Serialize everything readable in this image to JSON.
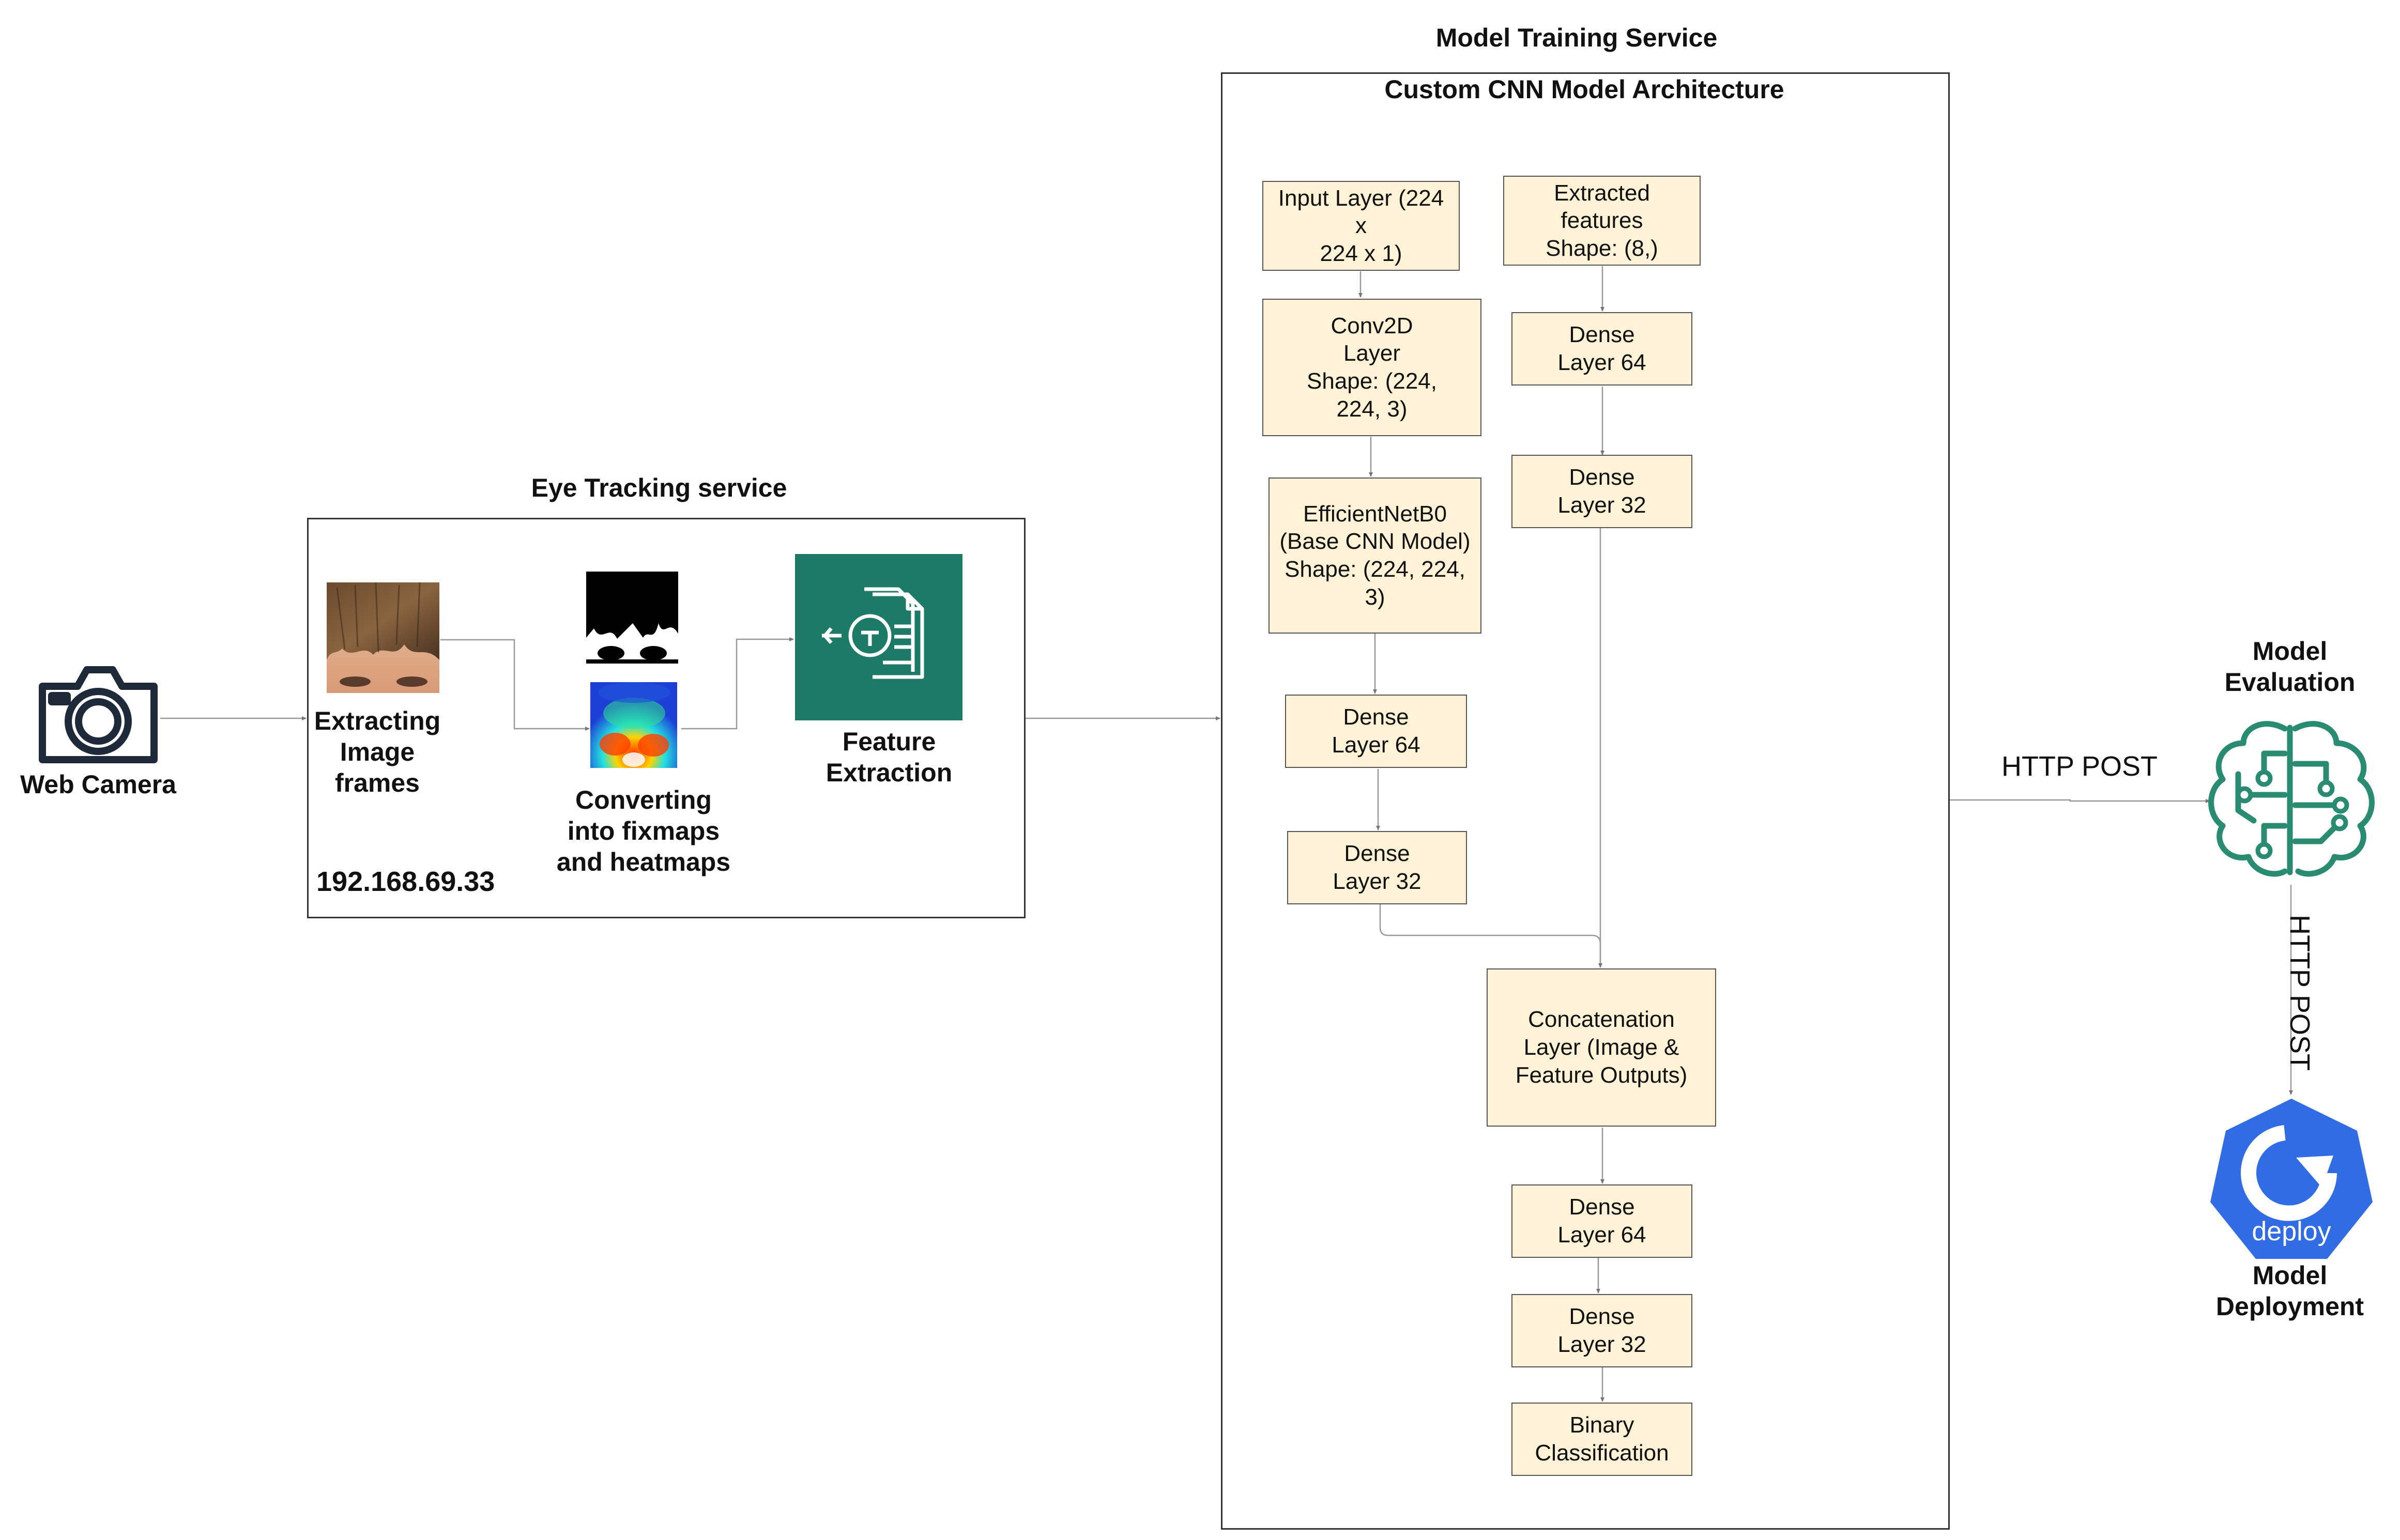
{
  "colors": {
    "layer_fill": "#fff2d6",
    "feature_tile": "#1d7a66",
    "brain_green": "#2a8b73",
    "deploy_blue": "#326ce5",
    "camera_dark": "#1e2a3a"
  },
  "external": {
    "web_camera": {
      "icon": "camera-icon",
      "label": "Web Camera"
    },
    "model_evaluation": {
      "icon": "brain-circuit-icon",
      "label": "Model\nEvaluation"
    },
    "model_deployment": {
      "icon": "kubernetes-deploy-icon",
      "badge": "deploy",
      "label": "Model\nDeployment"
    },
    "http_post_1": "HTTP POST",
    "http_post_2": "HTTP POST"
  },
  "eye_tracking": {
    "title": "Eye Tracking service",
    "extract_label": "Extracting\nImage\nframes",
    "convert_label": "Converting\ninto fixmaps\nand heatmaps",
    "feature_label": "Feature\nExtraction",
    "ip": "192.168.69.33"
  },
  "training": {
    "title": "Model Training Service",
    "arch_title": "Custom CNN Model Architecture",
    "layers": {
      "input": "Input Layer (224 x\n224 x 1)",
      "conv2d": "Conv2D\nLayer\nShape: (224,\n224, 3)",
      "efficientnet": "EfficientNetB0\n(Base CNN Model)\nShape: (224, 224,\n3)",
      "img_dense64": "Dense\nLayer 64",
      "img_dense32": "Dense\nLayer 32",
      "extracted": "Extracted\nfeatures\nShape: (8,)",
      "feat_dense64": "Dense\nLayer 64",
      "feat_dense32": "Dense\nLayer 32",
      "concat": "Concatenation\nLayer (Image &\nFeature Outputs)",
      "out_dense64": "Dense\nLayer 64",
      "out_dense32": "Dense\nLayer 32",
      "binary": "Binary\nClassification"
    }
  }
}
